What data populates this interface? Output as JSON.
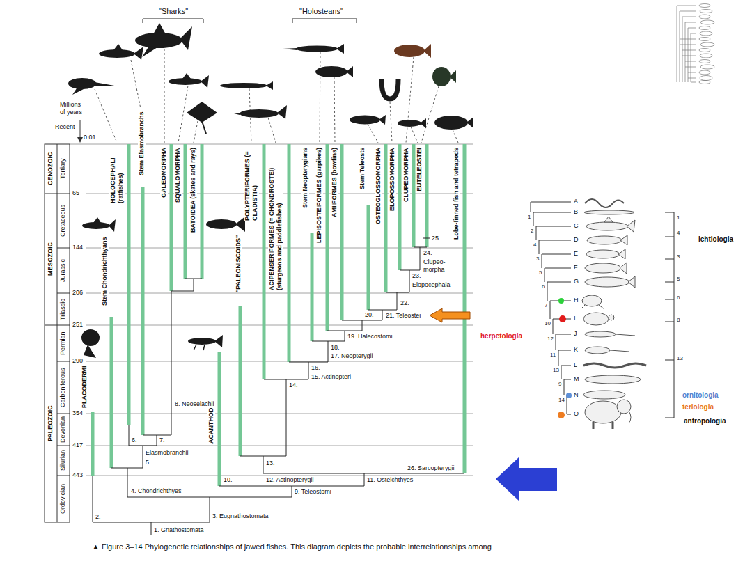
{
  "diagram": {
    "caption": "▲ Figure 3–14 Phylogenetic relationships of jawed fishes. This diagram depicts the probable interrelationships among",
    "labels": [
      "\"Sharks\"",
      "\"Holosteans\"",
      "Millions",
      "of years",
      "Recent",
      "0.01",
      "CENOZOIC",
      "MESOZOIC",
      "PALEOZOIC",
      "Tertiary",
      "Cretaceous",
      "Jurassic",
      "Triassic",
      "Permian",
      "Carboniferous",
      "Devonian",
      "Silurian",
      "Ordovician",
      "65",
      "144",
      "206",
      "251",
      "290",
      "354",
      "417",
      "443",
      "HOLOCEPHALI (ratfishes)",
      "Stem Elasmobranchs",
      "GALEOMORPHA",
      "SQUALOMORPHA",
      "BATOIDEA (skates and rays)",
      "POLYPTERIFORMES (= CLADISTIA)",
      "ACIPENSERIFORMES (= CHONDROSTEI) (sturgeons and paddlefishes)",
      "Stem Neopterygians",
      "LEPISOSTEIFORMES (garpikes)",
      "AMIIFORMES (bowfins)",
      "Stem Teleosts",
      "OSTEOGLOSSOMORPHA",
      "ELOPOSSOMORPHA",
      "CLUPEOMORPHA",
      "EUTELEOSTEI",
      "Lobe-finned fish and tetrapods",
      "\"PALEONISCOIDS\"",
      "Stem Chondrichthyans",
      "PLACODERMI",
      "ACANTHODII",
      "25.",
      "24.",
      "Clupeo- morpha",
      "23.",
      "Elopocephala",
      "22.",
      "21. Teleostei",
      "20.",
      "18.",
      "19. Halecostomi",
      "16.",
      "17. Neopterygii",
      "14.",
      "15. Actinopteri",
      "8. Neoselachii",
      "13.",
      "6.",
      "7.",
      "Elasmobranchii",
      "5.",
      "12. Actinopterygii",
      "26. Sarcopterygii",
      "10.",
      "11. Osteichthyes",
      "4. Chondrichthyes",
      "9. Teleostomi",
      "2.",
      "3. Eugnathostomata",
      "1. Gnathostomata",
      "A",
      "B",
      "C",
      "D",
      "E",
      "F",
      "G",
      "H",
      "I",
      "J",
      "K",
      "L",
      "M",
      "N",
      "O",
      "ichtiologia",
      "herpetologia",
      "ornitologia",
      "teriologia",
      "antropologia",
      "1",
      "2",
      "4",
      "3",
      "5",
      "6",
      "7",
      "10",
      "12",
      "11",
      "13",
      "9",
      "14",
      "1",
      "4",
      "3",
      "5",
      "6",
      "8",
      "13"
    ]
  }
}
